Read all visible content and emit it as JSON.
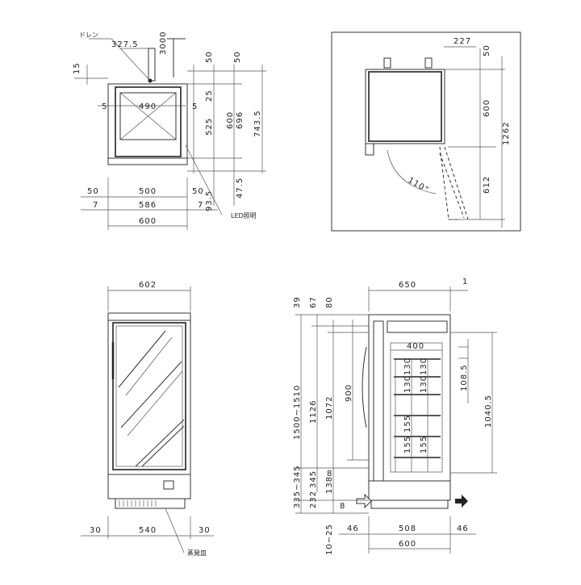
{
  "top_view": {
    "labels": {
      "drain": "ドレン",
      "led": "LED照明"
    },
    "dims": {
      "d327": "327.5",
      "d3000": "3000",
      "d15": "15",
      "d50a": "50",
      "d50b": "50",
      "d5l": "5",
      "d490": "490",
      "d5r": "5",
      "d25": "25",
      "d525": "525",
      "d600v": "600",
      "d696": "696",
      "d7435": "743.5",
      "d50l": "50",
      "d500": "500",
      "d50r": "50",
      "d935": "93.5",
      "d475": "47.5",
      "d7l": "7",
      "d586": "586",
      "d7r": "7",
      "d600h": "600"
    }
  },
  "door_view": {
    "dims": {
      "d227": "227",
      "d50": "50",
      "d600": "600",
      "d1262": "1262",
      "d612": "612",
      "angle": "110°"
    }
  },
  "front_view": {
    "labels": {
      "evaporator": "蒸発皿"
    },
    "dims": {
      "d602": "602",
      "d30l": "30",
      "d540": "540",
      "d30r": "30"
    }
  },
  "side_view": {
    "dims": {
      "d650": "650",
      "d1": "1",
      "d39": "39",
      "d67": "67",
      "d80": "80",
      "d1500": "1500~1510",
      "d1126": "1126",
      "d1072": "1072",
      "d900": "900",
      "d400": "400",
      "d1085": "108.5",
      "d10405": "1040.5",
      "s130a": "130",
      "s130b": "130",
      "s130c": "130",
      "s130d": "130",
      "s155a": "155",
      "s155b": "155",
      "s155c": "155",
      "d345": "345",
      "d3345": "335~345",
      "d232": "232",
      "d138": "138",
      "d8a": "8",
      "d8b": "8",
      "d1025": "10~25",
      "d46l": "46",
      "d508": "508",
      "d46r": "46",
      "d600": "600"
    }
  }
}
